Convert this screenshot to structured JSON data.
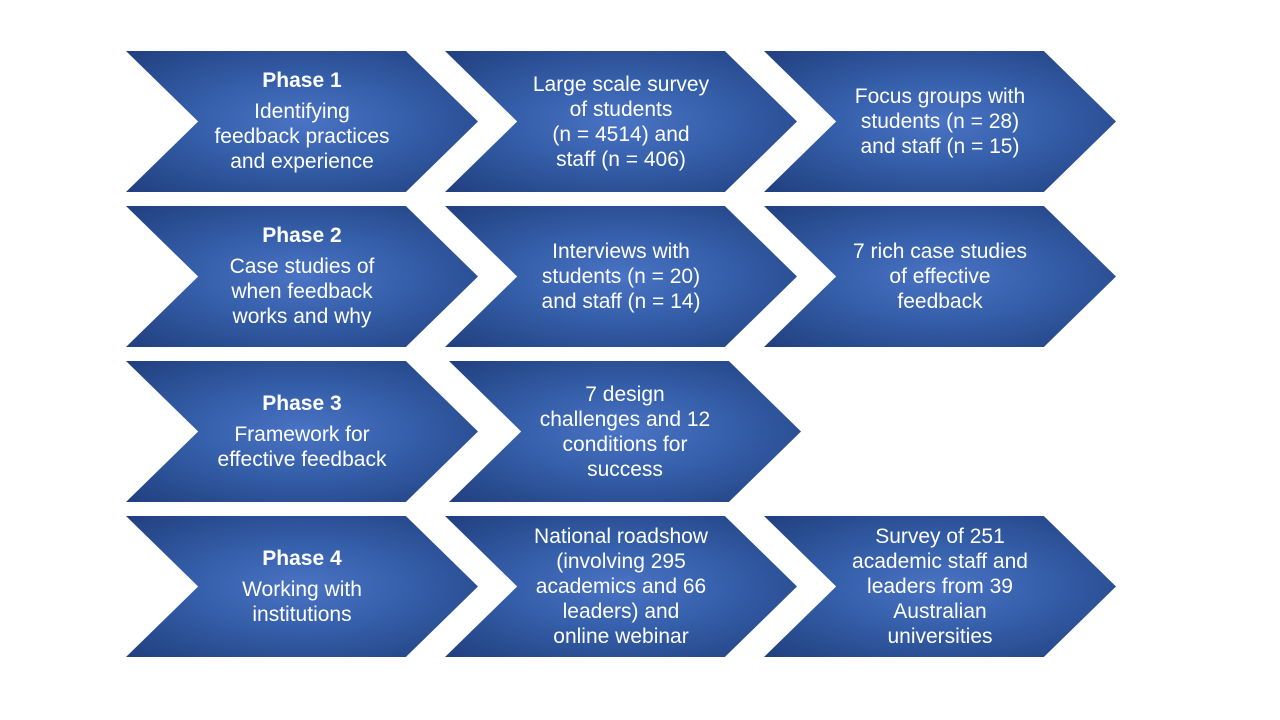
{
  "rows": [
    {
      "phase": {
        "title": "Phase 1",
        "text": "Identifying\nfeedback practices\nand experience"
      },
      "steps": [
        "Large scale survey\nof students\n(n = 4514) and\nstaff (n = 406)",
        "Focus groups with\nstudents (n = 28)\nand staff (n = 15)"
      ]
    },
    {
      "phase": {
        "title": "Phase 2",
        "text": "Case studies of\nwhen feedback\nworks and why"
      },
      "steps": [
        "Interviews with\nstudents (n = 20)\nand staff (n = 14)",
        "7 rich case studies\nof effective\nfeedback"
      ]
    },
    {
      "phase": {
        "title": "Phase 3",
        "text": "Framework for\neffective feedback"
      },
      "steps": [
        "7 design\nchallenges and 12\nconditions for\nsuccess"
      ]
    },
    {
      "phase": {
        "title": "Phase 4",
        "text": "Working with\ninstitutions"
      },
      "steps": [
        "National roadshow\n(involving 295\nacademics and 66\nleaders) and\nonline webinar",
        "Survey of 251\nacademic staff and\nleaders from 39\nAustralian\nuniversities"
      ]
    }
  ]
}
